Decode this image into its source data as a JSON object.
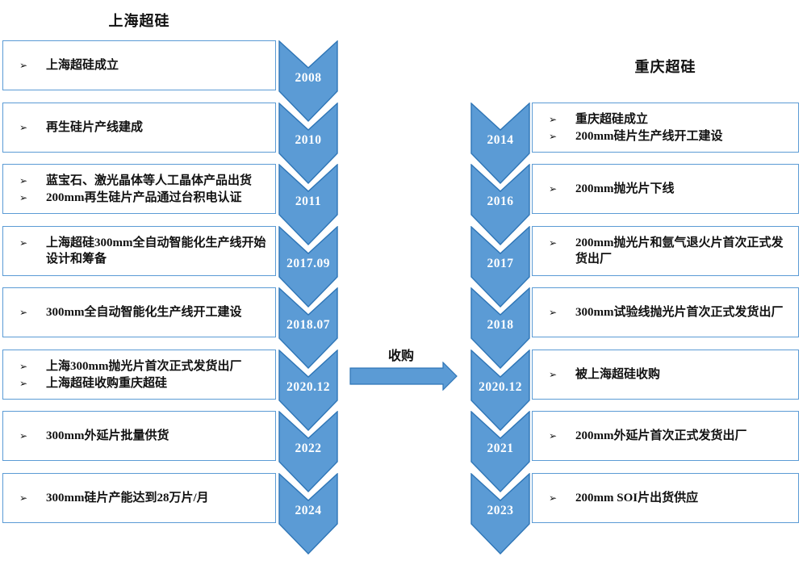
{
  "bullet": "➢",
  "colors": {
    "chevron_fill": "#5b9bd5",
    "chevron_border": "#2e75b6",
    "box_border": "#5b9bd5",
    "box_bg": "#ffffff",
    "year_text": "#ffffff",
    "text": "#111111"
  },
  "connector": {
    "label": "收购"
  },
  "left": {
    "title": "上海超硅",
    "rows": [
      {
        "year": "2008",
        "items": [
          "上海超硅成立"
        ]
      },
      {
        "year": "2010",
        "items": [
          "再生硅片产线建成"
        ]
      },
      {
        "year": "2011",
        "items": [
          "蓝宝石、激光晶体等人工晶体产品出货",
          "200mm再生硅片产品通过台积电认证"
        ]
      },
      {
        "year": "2017.09",
        "items": [
          "上海超硅300mm全自动智能化生产线开始设计和筹备"
        ]
      },
      {
        "year": "2018.07",
        "items": [
          "300mm全自动智能化生产线开工建设"
        ]
      },
      {
        "year": "2020.12",
        "items": [
          "上海300mm抛光片首次正式发货出厂",
          "上海超硅收购重庆超硅"
        ]
      },
      {
        "year": "2022",
        "items": [
          "300mm外延片批量供货"
        ]
      },
      {
        "year": "2024",
        "items": [
          "300mm硅片产能达到28万片/月"
        ]
      }
    ]
  },
  "right": {
    "title": "重庆超硅",
    "rows": [
      {
        "year": "2014",
        "items": [
          "重庆超硅成立",
          "200mm硅片生产线开工建设"
        ]
      },
      {
        "year": "2016",
        "items": [
          "200mm抛光片下线"
        ]
      },
      {
        "year": "2017",
        "items": [
          "200mm抛光片和氩气退火片首次正式发货出厂"
        ]
      },
      {
        "year": "2018",
        "items": [
          "300mm试验线抛光片首次正式发货出厂"
        ]
      },
      {
        "year": "2020.12",
        "items": [
          "被上海超硅收购"
        ]
      },
      {
        "year": "2021",
        "items": [
          "200mm外延片首次正式发货出厂"
        ]
      },
      {
        "year": "2023",
        "items": [
          "200mm SOI片出货供应"
        ]
      }
    ]
  }
}
